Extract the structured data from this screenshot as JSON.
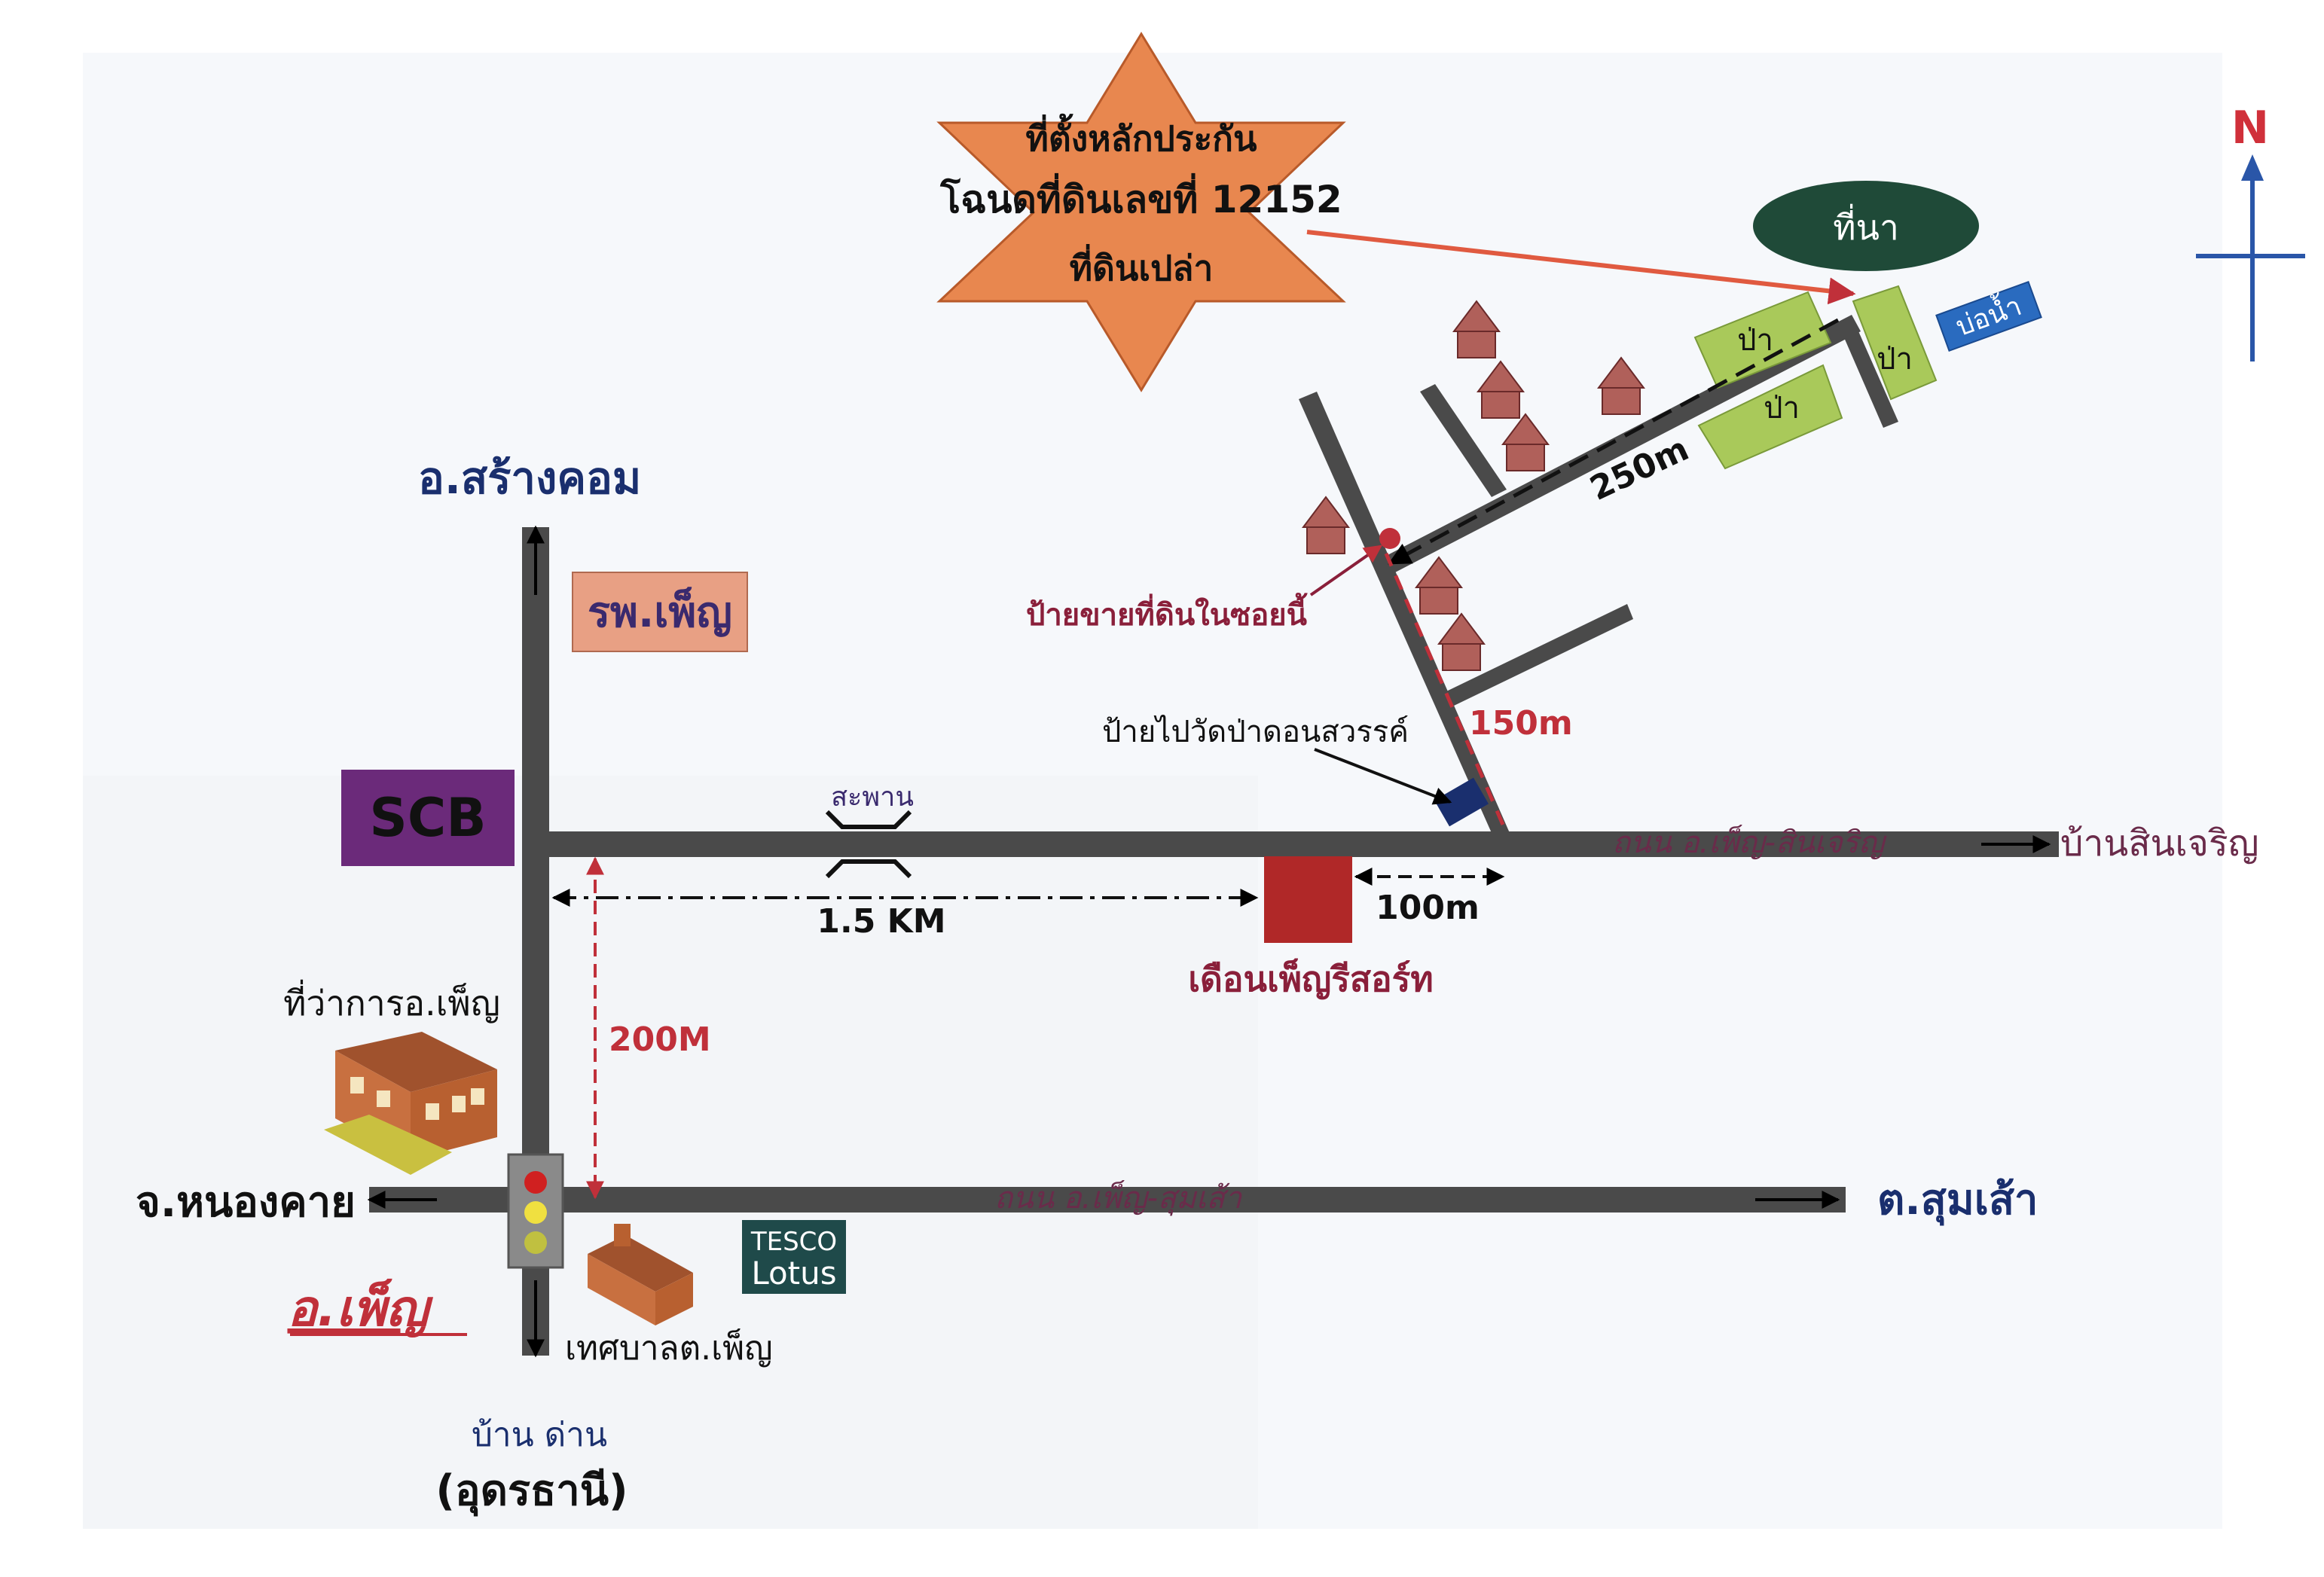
{
  "header": {
    "line1": "ที่ตั้งหลักประกัน",
    "line2": "โฉนดที่ดินเลขที่ 12152",
    "line3": "ที่ดินเปล่า"
  },
  "compass": {
    "label": "N"
  },
  "places": {
    "north_district": "อ.สร้างคอม",
    "hospital": "รพ.เพ็ญ",
    "bank": "SCB",
    "bridge": "สะพาน",
    "district_office": "ที่ว่าการอ.เพ็ญ",
    "west_province": "จ.หนองคาย",
    "town": "อ.เพ็ญ",
    "municipality": "เทศบาลต.เพ็ญ",
    "south_village": "บ้าน ด่าน",
    "south_province": "(อุดรธานี)",
    "east_subdistrict": "ต.สุมเส้า",
    "east_village": "บ้านสินเจริญ",
    "resort": "เดือนเพ็ญรีสอร์ท",
    "paddy": "ที่นา",
    "pond": "บ่อน้ำ",
    "forest": "ป่า"
  },
  "tesco": {
    "line1": "TESCO",
    "line2": "Lotus"
  },
  "roads": {
    "main_road": "ถนน อ.เพ็ญ-สินเจริญ",
    "south_road": "ถนน อ.เพ็ญ-สุมเส้า"
  },
  "distances": {
    "d_1_5km": "1.5 KM",
    "d_200m": "200M",
    "d_100m": "100m",
    "d_150m": "150m",
    "d_250m": "250m"
  },
  "signs": {
    "land_sale": "ป้ายขายที่ดินในซอยนี้",
    "temple": "ป้ายไปวัดป่าดอนสวรรค์"
  },
  "colors": {
    "road": "#4a4a4a",
    "star": "#e8874f",
    "scb": "#6b2a7a",
    "hospital": "#e8a084",
    "resort": "#b02828",
    "paddy": "#1f4a38",
    "forest": "#a9c95a",
    "pond": "#2a6bbf",
    "navy_text": "#1a2f6e",
    "maroon_text": "#8a1f3a",
    "red_text": "#c0303a"
  }
}
